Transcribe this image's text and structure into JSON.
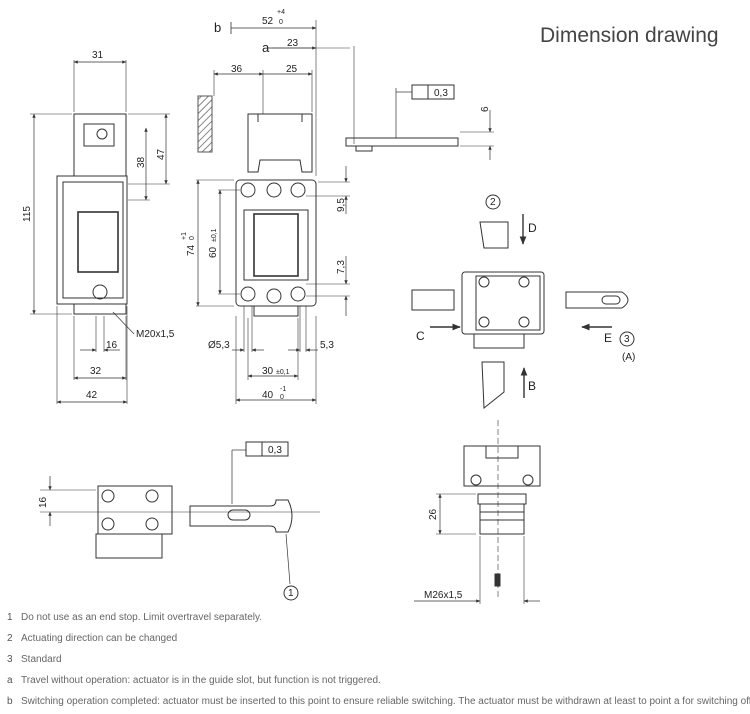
{
  "title": "Dimension drawing",
  "dims": {
    "d31": "31",
    "d115": "115",
    "d47": "47",
    "d38": "38",
    "d16a": "16",
    "d32": "32",
    "d42": "42",
    "thread1": "M20x1,5",
    "d52": "52",
    "d52tol": "+4",
    "d52tol0": "0",
    "b": "b",
    "a": "a",
    "d23": "23",
    "d36": "36",
    "d25": "25",
    "d74": "74",
    "d74tol": "+1",
    "d74tol0": "0",
    "d60": "60",
    "d60tol": "±0,1",
    "d95": "9,5",
    "d73": "7,3",
    "hole": "Ø5,3",
    "d53": "5,3",
    "d30": "30",
    "d30tol": "±0,1",
    "d40": "40",
    "d40tol": "-1",
    "d40tol0": "0",
    "flat1": "0,3",
    "d6": "6",
    "flat2": "0,3",
    "d16b": "16",
    "d26": "26",
    "thread2": "M26x1,5",
    "c2": "2",
    "D": "D",
    "C": "C",
    "E": "E",
    "c3": "3",
    "A": "(A)",
    "B": "B",
    "c1": "1"
  },
  "notes": [
    {
      "key": "1",
      "text": "Do not use as an end stop. Limit overtravel separately."
    },
    {
      "key": "2",
      "text": "Actuating direction can be changed"
    },
    {
      "key": "3",
      "text": "Standard"
    },
    {
      "key": "a",
      "text": "Travel without operation: actuator is in the guide slot, but function is not triggered."
    },
    {
      "key": "b",
      "text": "Switching operation completed: actuator must be inserted to this point to ensure reliable switching. The actuator must be withdrawn at least to point a for switching off."
    }
  ]
}
